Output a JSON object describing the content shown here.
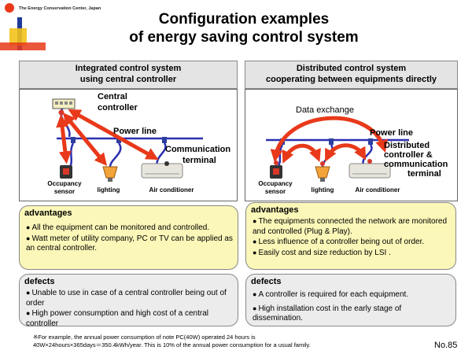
{
  "header": {
    "org_name": "The Energy Conservation Center, Japan",
    "title_line1": "Configuration examples",
    "title_line2": "of energy saving control system"
  },
  "left_panel": {
    "heading_line1": "Integrated control system",
    "heading_line2": "using central controller",
    "central_controller": "Central\ncontroller",
    "central_controller_line1": "Central",
    "central_controller_line2": "controller",
    "power_line": "Power line",
    "communication_terminal_line1": "Communication",
    "communication_terminal_line2": "terminal",
    "occupancy_sensor_line1": "Occupancy",
    "occupancy_sensor_line2": "sensor",
    "lighting": "lighting",
    "air_conditioner": "Air conditioner",
    "advantages": {
      "title": "advantages",
      "items": [
        "All the equipment can be monitored and controlled.",
        "Watt meter of utility company, PC or TV can be applied as an central controller."
      ]
    },
    "defects": {
      "title": "defects",
      "items": [
        "Unable to use in case of a central controller being out of order",
        "High power consumption and high cost of a central controller"
      ]
    }
  },
  "right_panel": {
    "heading_line1": "Distributed control system",
    "heading_line2": "cooperating between equipments directly",
    "data_exchange": "Data exchange",
    "power_line": "Power line",
    "distributed_line1": "Distributed",
    "distributed_line2": "controller &",
    "distributed_line3": "communication",
    "distributed_line4": "terminal",
    "occupancy_sensor_line1": "Occupancy",
    "occupancy_sensor_line2": "sensor",
    "lighting": "lighting",
    "air_conditioner": "Air conditioner",
    "advantages": {
      "title": "advantages",
      "items": [
        "The equipments connected the network are monitored and controlled (Plug & Play).",
        "Less influence of a controller being out of order.",
        "Easily cost and size reduction by LSI ."
      ]
    },
    "defects": {
      "title": "defects",
      "items": [
        "A controller is required for each equipment.",
        "High installation cost in the early stage of dissemination."
      ]
    }
  },
  "footnote": {
    "line1": "※For example, the annual power consumption of note PC(40W) operated 24 hours is",
    "line2": "40W×24hours×365days＝350.4kWh/year. This is 10% of the annual power consumption for a usual family."
  },
  "page_number": "No.85",
  "colors": {
    "arrow_red": "#e8391a",
    "power_line_blue": "#2b2fb0",
    "advantages_bg": "#fbf7b8",
    "defects_bg": "#ececec"
  }
}
